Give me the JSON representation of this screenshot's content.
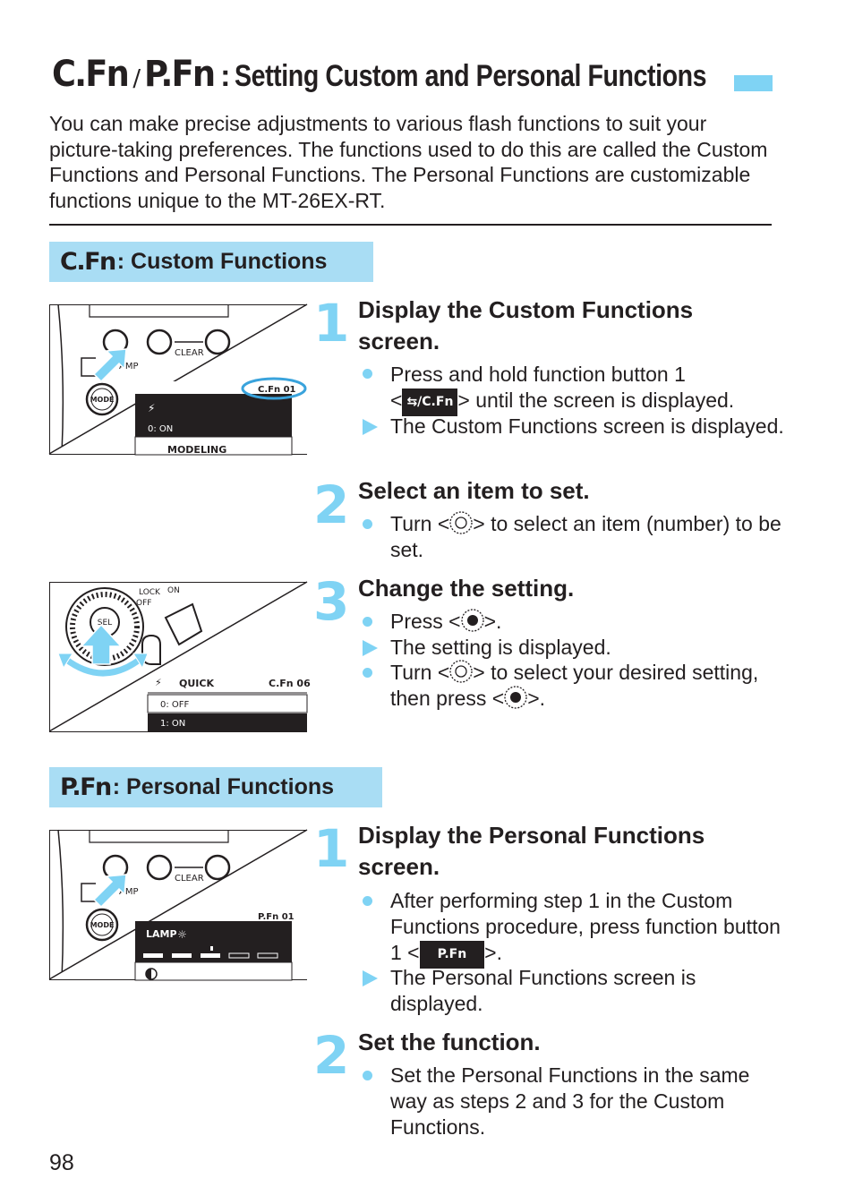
{
  "title": {
    "code_left": "C.Fn",
    "slash": "/",
    "code_right": "P.Fn",
    "colon": ":",
    "text": "Setting Custom and Personal Functions"
  },
  "intro": "You can make precise adjustments to various flash functions to suit your picture-taking preferences. The functions used to do this are called the Custom Functions and Personal Functions. The Personal Functions are customizable functions unique to the MT-26EX-RT.",
  "cfn_section": {
    "code": "C.Fn",
    "label": ": Custom Functions",
    "steps": [
      {
        "num": "1",
        "heading": "Display the Custom Functions screen.",
        "items": [
          {
            "type": "bullet",
            "pre": "Press and hold function button 1",
            "line2_pre": "<",
            "icon_label": "⇆/C.Fn",
            "post": "> until the screen is displayed."
          },
          {
            "type": "result",
            "text": "The Custom Functions screen is displayed."
          }
        ]
      },
      {
        "num": "2",
        "heading": "Select an item to set.",
        "items": [
          {
            "type": "bullet",
            "pre": "Turn <",
            "post": "> to select an item (number) to be set."
          }
        ]
      },
      {
        "num": "3",
        "heading": "Change the setting.",
        "items": [
          {
            "type": "bullet",
            "pre": "Press <",
            "post": ">."
          },
          {
            "type": "result",
            "text": "The setting is displayed."
          },
          {
            "type": "bullet",
            "pre": "Turn <",
            "mid": "> to select your desired setting, then press <",
            "post": ">."
          }
        ]
      }
    ],
    "illus1": {
      "clear": "CLEAR",
      "amp": "AMP",
      "mode": "MODE",
      "screen_code": "C.Fn 01",
      "row1": "0: ON",
      "row2": "MODELING"
    },
    "illus2": {
      "lock": "LOCK",
      "on": "ON",
      "off": "OFF",
      "sel": "SEL",
      "quick": "QUICK",
      "screen_code": "C.Fn 06",
      "row1": "0: OFF",
      "row2": "1: ON"
    }
  },
  "pfn_section": {
    "code": "P.Fn",
    "label": ": Personal Functions",
    "steps": [
      {
        "num": "1",
        "heading": "Display the Personal Functions screen.",
        "items": [
          {
            "type": "bullet",
            "pre": "After performing step 1 in the Custom Functions procedure, press function button 1 <",
            "icon_label": "P.Fn",
            "post": ">."
          },
          {
            "type": "result",
            "text": "The Personal Functions screen is displayed."
          }
        ]
      },
      {
        "num": "2",
        "heading": "Set the function.",
        "items": [
          {
            "type": "bullet",
            "text": "Set the Personal Functions in the same way as steps 2 and 3 for the Custom Functions."
          }
        ]
      }
    ],
    "illus": {
      "clear": "CLEAR",
      "amp": "AMP",
      "mode": "MODE",
      "screen_code": "P.Fn 01",
      "lamp": "LAMP"
    }
  },
  "page_number": "98",
  "colors": {
    "accent": "#7fd3f4",
    "section_bg": "#a9ddf4",
    "text": "#231f20"
  }
}
